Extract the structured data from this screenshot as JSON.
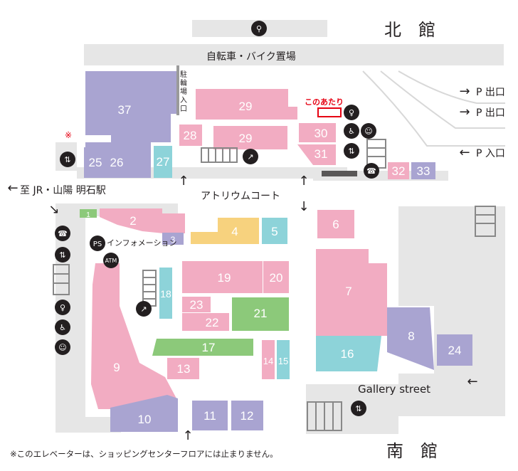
{
  "labels": {
    "north_building": "北　館",
    "south_building": "南　館",
    "bicycle_parking": "自転車・バイク置場",
    "bicycle_entrance": "駐輪場入口",
    "this_area": "このあたり",
    "parking_exit_1": "P 出口",
    "parking_exit_2": "P 出口",
    "parking_entrance": "P 入口",
    "to_station": "至 JR・山陽 明石駅",
    "atrium": "アトリウムコート",
    "information": "インフォメーション",
    "ps": "PS",
    "atm": "ATM",
    "gallery_street": "Gallery street",
    "footnote": "※このエレベーターは、ショッピングセンターフロアには止まりません。",
    "asterisk": "※"
  },
  "stores": [
    {
      "id": "37",
      "color": "#a9a4d1"
    },
    {
      "id": "29a",
      "label": "29",
      "color": "#f2acc2"
    },
    {
      "id": "29b",
      "label": "29",
      "color": "#f2acc2"
    },
    {
      "id": "28",
      "color": "#f2acc2"
    },
    {
      "id": "27",
      "color": "#8dd3d9"
    },
    {
      "id": "25",
      "color": "#a9a4d1"
    },
    {
      "id": "26",
      "color": "#a9a4d1"
    },
    {
      "id": "30",
      "color": "#f2acc2"
    },
    {
      "id": "31",
      "color": "#f2acc2"
    },
    {
      "id": "32",
      "color": "#f2acc2"
    },
    {
      "id": "33",
      "color": "#a9a4d1"
    },
    {
      "id": "1",
      "color": "#8cc97a"
    },
    {
      "id": "2",
      "color": "#f2acc2"
    },
    {
      "id": "3",
      "color": "#a9a4d1"
    },
    {
      "id": "4",
      "color": "#f7d27e"
    },
    {
      "id": "5",
      "color": "#8dd3d9"
    },
    {
      "id": "6",
      "color": "#f2acc2"
    },
    {
      "id": "7",
      "color": "#f2acc2"
    },
    {
      "id": "8",
      "color": "#a9a4d1"
    },
    {
      "id": "9",
      "color": "#f2acc2"
    },
    {
      "id": "10",
      "color": "#a9a4d1"
    },
    {
      "id": "11",
      "color": "#a9a4d1"
    },
    {
      "id": "12",
      "color": "#a9a4d1"
    },
    {
      "id": "13",
      "color": "#f2acc2"
    },
    {
      "id": "14",
      "color": "#f2acc2"
    },
    {
      "id": "15",
      "color": "#8dd3d9"
    },
    {
      "id": "16",
      "color": "#8dd3d9"
    },
    {
      "id": "17",
      "color": "#8cc97a"
    },
    {
      "id": "18",
      "color": "#8dd3d9"
    },
    {
      "id": "19",
      "color": "#f2acc2"
    },
    {
      "id": "20",
      "color": "#f2acc2"
    },
    {
      "id": "21",
      "color": "#8cc97a"
    },
    {
      "id": "22",
      "color": "#f2acc2"
    },
    {
      "id": "23",
      "color": "#f2acc2"
    },
    {
      "id": "24",
      "color": "#a9a4d1"
    }
  ],
  "icons": [
    "bicycle-icon",
    "restroom-icon",
    "accessible-restroom-icon",
    "baby-care-icon",
    "elevator-icon",
    "phone-icon",
    "escalator-icon",
    "stairs-icon"
  ],
  "highlight_color": "#e60012"
}
